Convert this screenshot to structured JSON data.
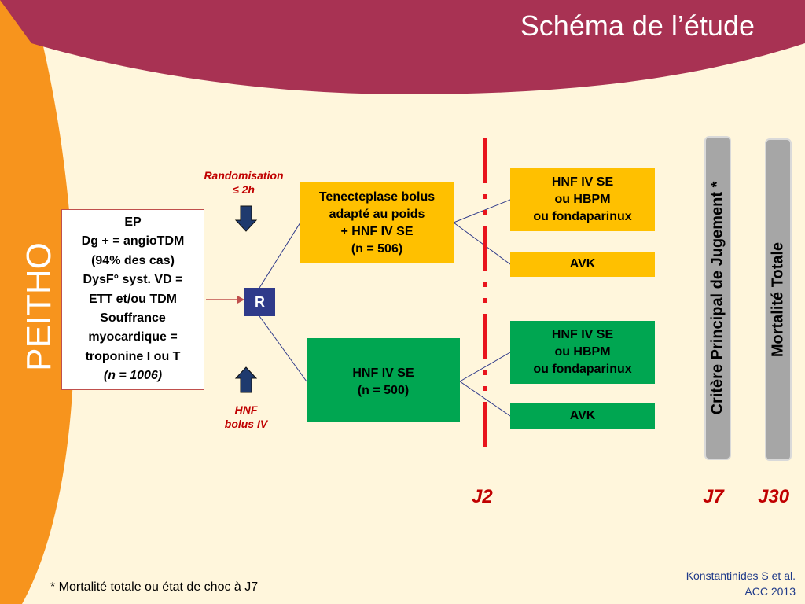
{
  "title": "Schéma de l’étude",
  "trial_name": "PEITHO",
  "population": {
    "lines": [
      "EP",
      "Dg + = angioTDM",
      "(94% des cas)",
      "DysF° syst. VD =",
      "ETT et/ou TDM",
      "Souffrance",
      "myocardique =",
      "troponine I ou T"
    ],
    "n": "(n = 1006)"
  },
  "randomisation": {
    "line1": "Randomisation",
    "line2": "≤ 2h"
  },
  "bolus": {
    "line1": "HNF",
    "line2": "bolus IV"
  },
  "random_box": "R",
  "arm_tenecteplase": {
    "lines": [
      "Tenecteplase bolus",
      "adapté au poids",
      "+ HNF IV SE",
      "(n = 506)"
    ]
  },
  "arm_placebo": {
    "lines": [
      "HNF IV SE",
      "(n = 500)"
    ]
  },
  "followup_top": {
    "hnf": [
      "HNF IV SE",
      "ou HBPM",
      "ou fondaparinux"
    ],
    "avk": "AVK"
  },
  "followup_bottom": {
    "hnf": [
      "HNF IV SE",
      "ou HBPM",
      "ou fondaparinux"
    ],
    "avk": "AVK"
  },
  "endpoint_primary": "Critère Principal de Jugement *",
  "endpoint_mortality": "Mortalité Totale",
  "timepoints": {
    "j2": "J2",
    "j7": "J7",
    "j30": "J30"
  },
  "footnote": "* Mortalité totale ou état de choc à J7",
  "reference": {
    "line1": "Konstantinides S et al.",
    "line2": "ACC 2013"
  },
  "colors": {
    "header": "#a83253",
    "side": "#f7941d",
    "background": "#fff6dc",
    "yellow": "#ffc000",
    "green": "#00a651",
    "navy": "#2f3a8a",
    "red": "#c00000"
  }
}
